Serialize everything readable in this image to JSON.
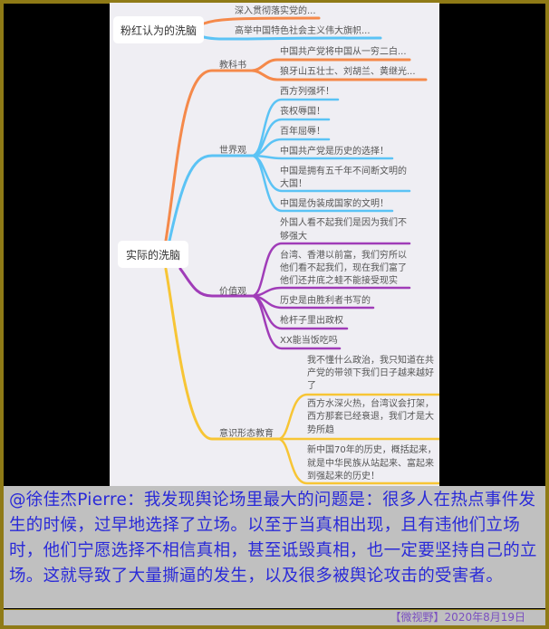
{
  "mindmap": {
    "root_perceived": {
      "label": "粉红认为的洗脑",
      "items": [
        "深入贯彻落实党的...",
        "高举中国特色社会主义伟大旗帜..."
      ]
    },
    "root_actual": {
      "label": "实际的洗脑",
      "branches": [
        {
          "label": "教科书",
          "color": "#f5894a",
          "items": [
            "中国共产党将中国从一穷二白...",
            "狼牙山五壮士、刘胡兰、黄继光..."
          ]
        },
        {
          "label": "世界观",
          "color": "#5bc3f5",
          "items": [
            "西方列强坏！",
            "丧权辱国！",
            "百年屈辱！",
            "中国共产党是历史的选择！",
            "中国是拥有五千年不间断文明的",
            "大国！",
            "中国是伪装成国家的文明！"
          ]
        },
        {
          "label": "价值观",
          "color": "#a03cb8",
          "items": [
            "外国人看不起我们是因为我们不",
            "够强大",
            "台湾、香港以前富，我们穷所以",
            "他们看不起我们，现在我们富了",
            "他们还井底之蛙不能接受现实",
            "历史是由胜利者书写的",
            "枪杆子里出政权",
            "XX能当饭吃吗"
          ]
        },
        {
          "label": "意识形态教育",
          "color": "#f7c535",
          "items": [
            "我不懂什么政治，我只知道在共",
            "产党的带领下我们日子越来越好",
            "了",
            "西方水深火热，台湾议会打架，",
            "西方那套已经衰退，我们才是大",
            "势所趋",
            "新中国70年的历史，概括起来，",
            "就是中华民族从站起来、富起来",
            "到强起来的历史！"
          ]
        }
      ]
    }
  },
  "caption": {
    "text": "@徐佳杰Pierre：我发现舆论场里最大的问题是：很多人在热点事件发生的时候，过早地选择了立场。以至于当真相出现，且有违他们立场时，他们宁愿选择不相信真相，甚至诋毁真相，也一定要坚持自己的立场。这就导致了大量撕逼的发生，以及很多被舆论攻击的受害者。"
  },
  "footer": {
    "source": "【微视野】2020年8月19日"
  }
}
